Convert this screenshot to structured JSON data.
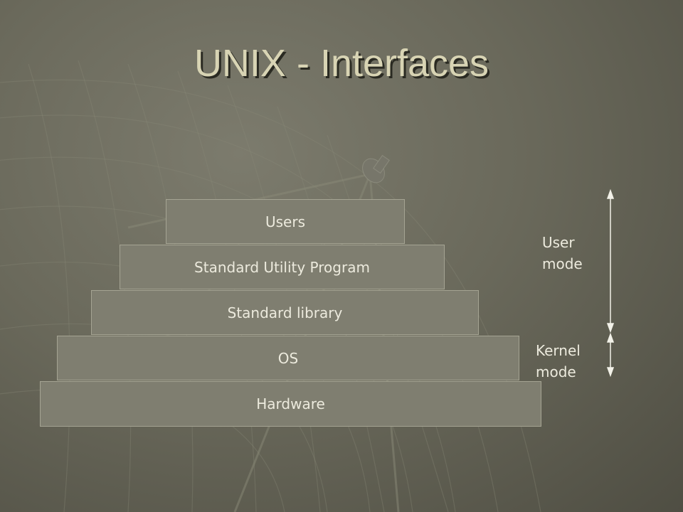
{
  "title": "UNIX - Interfaces",
  "layers": [
    {
      "label": "Users"
    },
    {
      "label": "Standard Utility Program"
    },
    {
      "label": "Standard library"
    },
    {
      "label": "OS"
    },
    {
      "label": "Hardware"
    }
  ],
  "modes": {
    "user": {
      "line1": "User",
      "line2": "mode"
    },
    "kernel": {
      "line1": "Kernel",
      "line2": "mode"
    }
  }
}
